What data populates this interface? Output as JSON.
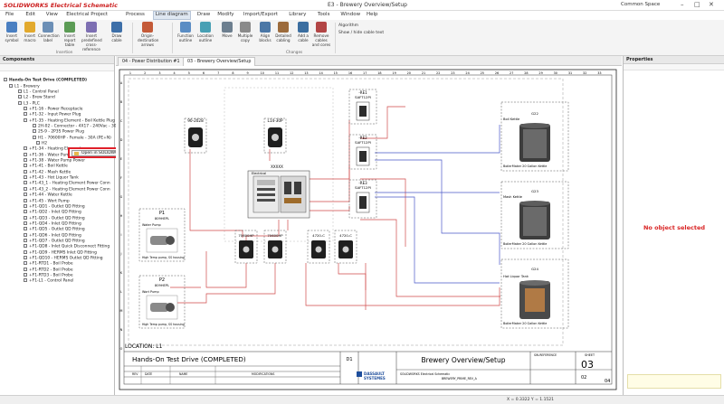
{
  "app": {
    "title": "SOLIDWORKS Electrical Schematic",
    "document_title": "E3 - Brewery Overview/Setup",
    "user": "Common Space"
  },
  "menu": [
    "File",
    "Edit",
    "View",
    "Electrical Project",
    "Process",
    "Line diagram",
    "Draw",
    "Modify",
    "Import/Export",
    "Library",
    "Tools",
    "Window",
    "Help"
  ],
  "menu_active_index": 5,
  "ribbon": {
    "buttons": [
      {
        "label": "Insert symbol",
        "color": "#4a7fc1"
      },
      {
        "label": "Insert macro",
        "color": "#e2a92d"
      },
      {
        "label": "Connection label",
        "color": "#6c8fb6"
      },
      {
        "label": "Insert report table",
        "color": "#5b9b55"
      },
      {
        "label": "Insert predefined cross-reference",
        "color": "#7d6fb2"
      },
      {
        "label": "Draw cable",
        "color": "#3d6fa8"
      },
      {
        "label": "Origin-destination arrows",
        "color": "#c45a38"
      },
      {
        "label": "Function outline",
        "color": "#5a8dc4"
      },
      {
        "label": "Location outline",
        "color": "#48a0b4"
      },
      {
        "label": "Move",
        "color": "#6d7f8f"
      },
      {
        "label": "Multiple copy",
        "color": "#8a8a8a"
      },
      {
        "label": "Align blocks",
        "color": "#4b77a6"
      },
      {
        "label": "Detailed cabling",
        "color": "#9c6b3c"
      },
      {
        "label": "Add a cable",
        "color": "#3b6ea0"
      },
      {
        "label": "Remove cables and cores",
        "color": "#b24545"
      }
    ],
    "small_options": [
      "Algorithm",
      "Show / hide cable text"
    ],
    "groups": [
      "Insertion",
      "Changes"
    ]
  },
  "components_panel": {
    "title": "Components",
    "root": "Hands-On Test Drive (COMPLETED)",
    "items": [
      "L1 - Brewery",
      "L1 - Control Panel",
      "L2 - Brew Stand",
      "L3 - PLC",
      "+F1-16 - Power Receptacle",
      "+F1-32 - Input Power Plug",
      "+F1-35 - Heating Element - Boil Kettle Plug",
      "2H-02 - Connector - 4X17 - 240Vac - 30A",
      "2S-9 - 2P3S Power Plug",
      "H1 - 70600HP - Female - 30A (PE+N)",
      "H2",
      "+F1-34 - Heating Element",
      "+F1-36 - Water Pump Power",
      "+F1-38 - Water Pump Power",
      "+F1-41 - Boil Kettle",
      "+F1-42 - Mash Kettle",
      "+F1-43 - Hot Liquor Tank",
      "+F1-43_1 - Heating Element Power Conn",
      "+F1-43_2 - Heating Element Power Conn",
      "+F1-44 - Water Kettle",
      "+F1-45 - Wort Pump",
      "+F1-QD1 - Outlet QD Fitting",
      "+F1-QD2 - Inlet QD Fitting",
      "+F1-QD3 - Outlet QD Fitting",
      "+F1-QD4 - Inlet QD Fitting",
      "+F1-QD5 - Outlet QD Fitting",
      "+F1-QD6 - Inlet QD Fitting",
      "+F1-QD7 - Outlet QD Fitting",
      "+F1-QD8 - Inlet Quick Disconnect Fitting",
      "+F1-QD9 - HERMS Inlet QD Fitting",
      "+F1-QD10 - HERMS Outlet QD Fitting",
      "+F1-RTD1 - Boil Probe",
      "+F1-RTD2 - Boil Probe",
      "+F1-RTD3 - Boil Probe",
      "+F1-L1 - Control Panel"
    ],
    "context_item": "Open in SOLIDWORKS"
  },
  "document_tabs": [
    "04 - Power Distribution #1",
    "03 - Brewery Overview/Setup"
  ],
  "document_active_tab": 1,
  "drawing": {
    "components": {
      "c1": "90-2028",
      "c2": "L14-30P",
      "c3": "XXXXX",
      "panel": "Electrical",
      "r1_tag": "-RE1",
      "r1_part": "SAFT12PI",
      "r2_tag": "-RE2",
      "r2_part": "SAFT12PI",
      "r3_tag": "-RE3",
      "r3_part": "SAFT12PI",
      "o1": "70600HP",
      "o2": "70600HP",
      "o3": "4720-C",
      "o4": "4720-C",
      "p1_tag": "P1",
      "p1_part": "809HEPL",
      "p1_name": "Water Pump",
      "p1_desc": "High Temp pump, SS housing",
      "p2_tag": "P2",
      "p2_part": "809HEPL",
      "p2_name": "Wort Pump",
      "p2_desc": "High Temp pump, SS housing",
      "k1_tag": "G22",
      "k1_name": "Boil Kettle",
      "k1_desc": "BoilerMaker 20 Gallon Kettle",
      "k2_tag": "G23",
      "k2_name": "Mash Kettle",
      "k2_desc": "BoilerMaker 20 Gallon Kettle",
      "k3_tag": "G24",
      "k3_name": "Hot Liquor Tank",
      "k3_desc": "BoilerMaker 20 Gallon Kettle"
    },
    "columns": [
      "1",
      "2",
      "3",
      "4",
      "5",
      "6",
      "7",
      "8",
      "9",
      "10",
      "11",
      "12",
      "13",
      "14",
      "15",
      "16",
      "17",
      "18",
      "19",
      "20",
      "21",
      "22",
      "23",
      "24",
      "25",
      "26",
      "27",
      "28",
      "29",
      "30",
      "31",
      "32",
      "33"
    ],
    "rows": [
      "A",
      "B",
      "C",
      "D",
      "E",
      "F",
      "G",
      "H",
      "I",
      "J",
      "K",
      "L",
      "M",
      "N",
      "O"
    ],
    "location_label": "LOCATION: L1"
  },
  "title_block": {
    "project": "Hands-On Test Drive (COMPLETED)",
    "sheet_code": "D1",
    "sheet_title": "Brewery Overview/Setup",
    "company_line1": "DASSAULT",
    "company_line2": "SYSTEMES",
    "software": "SOLIDWORKS Electrical Schematic",
    "file_ref": "BREWERY_PRIME_REV_A",
    "sheet_label": "SHEET",
    "sheet_number": "03",
    "prev_sheet": "02",
    "next_sheet": "04",
    "rev_header": "REV",
    "date_header": "DATE",
    "name_header": "NAME",
    "mod_header": "MODIFICATIONS",
    "ref_label": "SW-REFERENCE"
  },
  "properties": {
    "title": "Properties",
    "empty_message": "No object selected"
  },
  "status": {
    "coords": "X = 0.3322  Y = 1.1521"
  }
}
